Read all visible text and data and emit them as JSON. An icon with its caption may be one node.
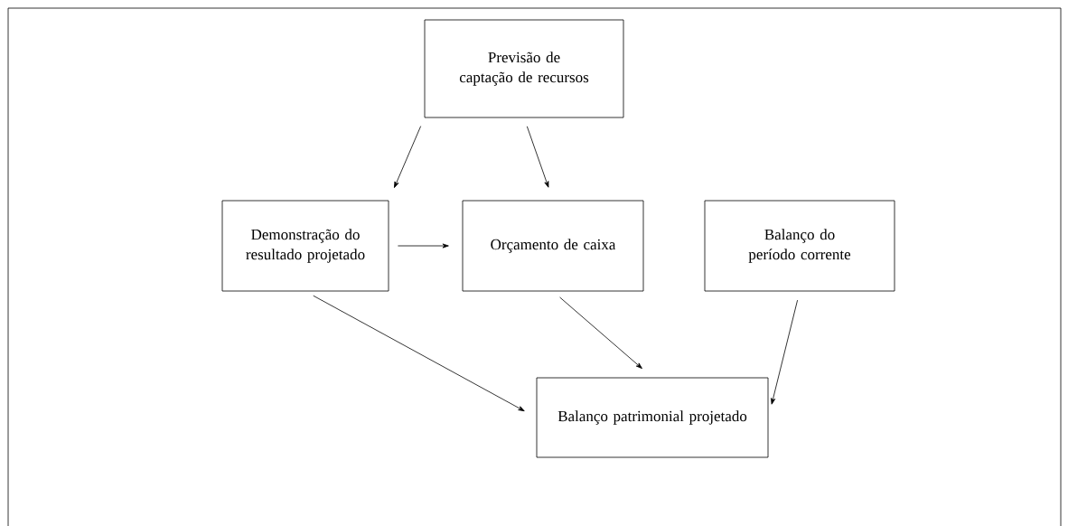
{
  "diagram": {
    "nodes": [
      {
        "text": [
          "Previsão de captação de recursos"
        ]
      },
      {
        "text": [
          "Demonstração do resultado projetado"
        ]
      },
      {
        "text": [
          "Orçamento de caixa"
        ]
      },
      {
        "text": [
          "Balanço do período corrente"
        ]
      },
      {
        "text": [
          "Balanço patrimonial projetado"
        ]
      }
    ],
    "edges": [
      {
        "from": 0,
        "to": 1,
        "arrow": "to"
      },
      {
        "from": 0,
        "to": 2,
        "arrow": "to"
      },
      {
        "from": 1,
        "to": 2,
        "arrow": "to"
      },
      {
        "from": 2,
        "to": 4,
        "arrow": "to"
      },
      {
        "from": 1,
        "to": 4,
        "arrow": "to"
      },
      {
        "from": 3,
        "to": 4,
        "arrow": "to"
      }
    ]
  }
}
